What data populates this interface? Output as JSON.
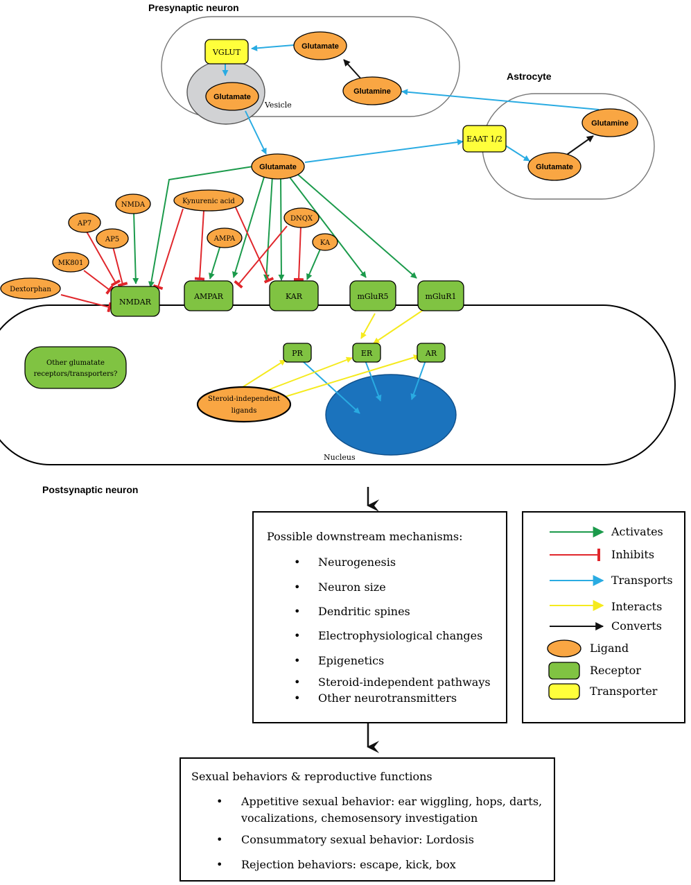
{
  "labels": {
    "presynaptic": "Presynaptic neuron",
    "astrocyte": "Astrocyte",
    "postsynaptic": "Postsynaptic neuron",
    "vesicle": "Vesicle",
    "nucleus": "Nucleus"
  },
  "pre_nodes": {
    "vglut": "VGLUT",
    "glutamate_top": "Glutamate",
    "glutamine_pre": "Glutamine",
    "glutamate_vesicle": "Glutamate"
  },
  "astro_nodes": {
    "eaat": "EAAT 1/2",
    "glutamine_astro": "Glutamine",
    "glutamate_astro": "Glutamate"
  },
  "glutamate_cleft": "Glutamate",
  "ligands": {
    "nmda": "NMDA",
    "ap7": "AP7",
    "ap5": "AP5",
    "mk801": "MK801",
    "dextorphan": "Dextorphan",
    "kynurenic": "Kynurenic acid",
    "ampa": "AMPA",
    "dnqx": "DNQX",
    "ka": "KA",
    "steroid_line1": "Steroid-independent",
    "steroid_line2": "ligands"
  },
  "receptors": {
    "nmdar": "NMDAR",
    "ampar": "AMPAR",
    "kar": "KAR",
    "mglur5": "mGluR5",
    "mglur1": "mGluR1",
    "pr": "PR",
    "er": "ER",
    "ar": "AR",
    "other_line1": "Other glumatate",
    "other_line2": "receptors/transporters?"
  },
  "mechanisms": {
    "title": "Possible downstream mechanisms:",
    "items": [
      "Neurogenesis",
      "Neuron size",
      "Dendritic spines",
      "Electrophysiological changes",
      "Epigenetics",
      "Steroid-independent pathways",
      "Other neurotransmitters"
    ]
  },
  "behaviors": {
    "title": "Sexual behaviors & reproductive functions",
    "items": [
      {
        "line1": "Appetitive sexual behavior: ear wiggling, hops, darts,",
        "line2": "vocalizations, chemosensory investigation"
      },
      {
        "line1": "Consummatory sexual behavior: Lordosis",
        "line2": ""
      },
      {
        "line1": "Rejection behaviors: escape, kick, box",
        "line2": ""
      }
    ]
  },
  "legend": {
    "activates": "Activates",
    "inhibits": "Inhibits",
    "transports": "Transports",
    "interacts": "Interacts",
    "converts": "Converts",
    "ligand": "Ligand",
    "receptor": "Receptor",
    "transporter": "Transporter"
  },
  "colors": {
    "ligand": "#f9a643",
    "receptor": "#80c342",
    "transporter": "#ffff3b",
    "activates": "#1b9a4b",
    "inhibits": "#e0262b",
    "transports": "#29abe2",
    "interacts": "#f5ea1d",
    "converts": "#111111",
    "nucleus": "#1b73bd"
  }
}
